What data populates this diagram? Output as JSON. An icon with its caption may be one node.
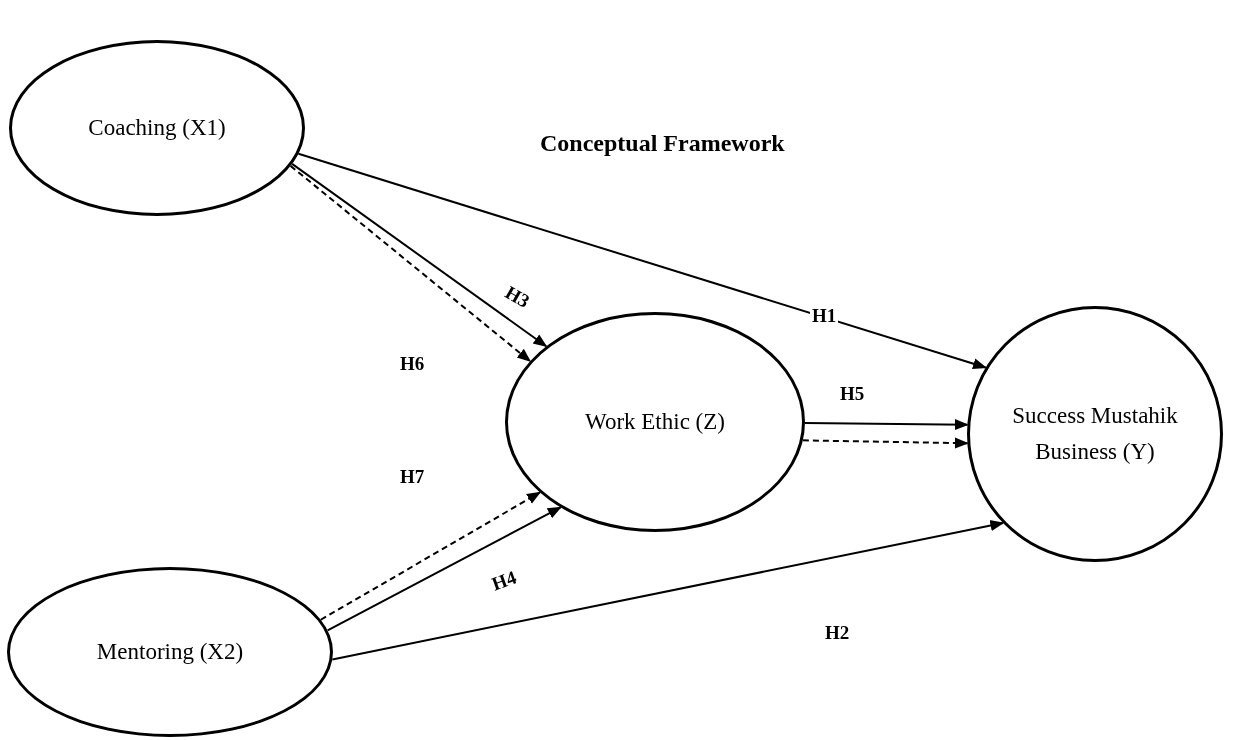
{
  "diagram": {
    "title": "Conceptual Framework",
    "nodes": [
      {
        "text": [
          "Coaching (X1)"
        ]
      },
      {
        "text": [
          "Work Ethic (Z)"
        ]
      },
      {
        "text": [
          "Success Mustahik Business (Y)"
        ]
      },
      {
        "text": [
          "Mentoring (X2)"
        ]
      }
    ],
    "edges": [
      {
        "from": 0,
        "to": 2,
        "arrow": "to",
        "label": "H1"
      },
      {
        "from": 0,
        "to": 1,
        "arrow": "to",
        "label": "H3"
      },
      {
        "from": 0,
        "to": 1,
        "arrow": "to",
        "style": "dashed",
        "label": "H6"
      },
      {
        "from": 1,
        "to": 2,
        "arrow": "to",
        "label": "H5"
      },
      {
        "from": 1,
        "to": 2,
        "arrow": "to",
        "style": "dashed"
      },
      {
        "from": 3,
        "to": 1,
        "arrow": "to",
        "style": "dashed",
        "label": "H7"
      },
      {
        "from": 3,
        "to": 1,
        "arrow": "to",
        "label": "H4"
      },
      {
        "from": 3,
        "to": 2,
        "arrow": "to",
        "label": "H2"
      }
    ]
  }
}
